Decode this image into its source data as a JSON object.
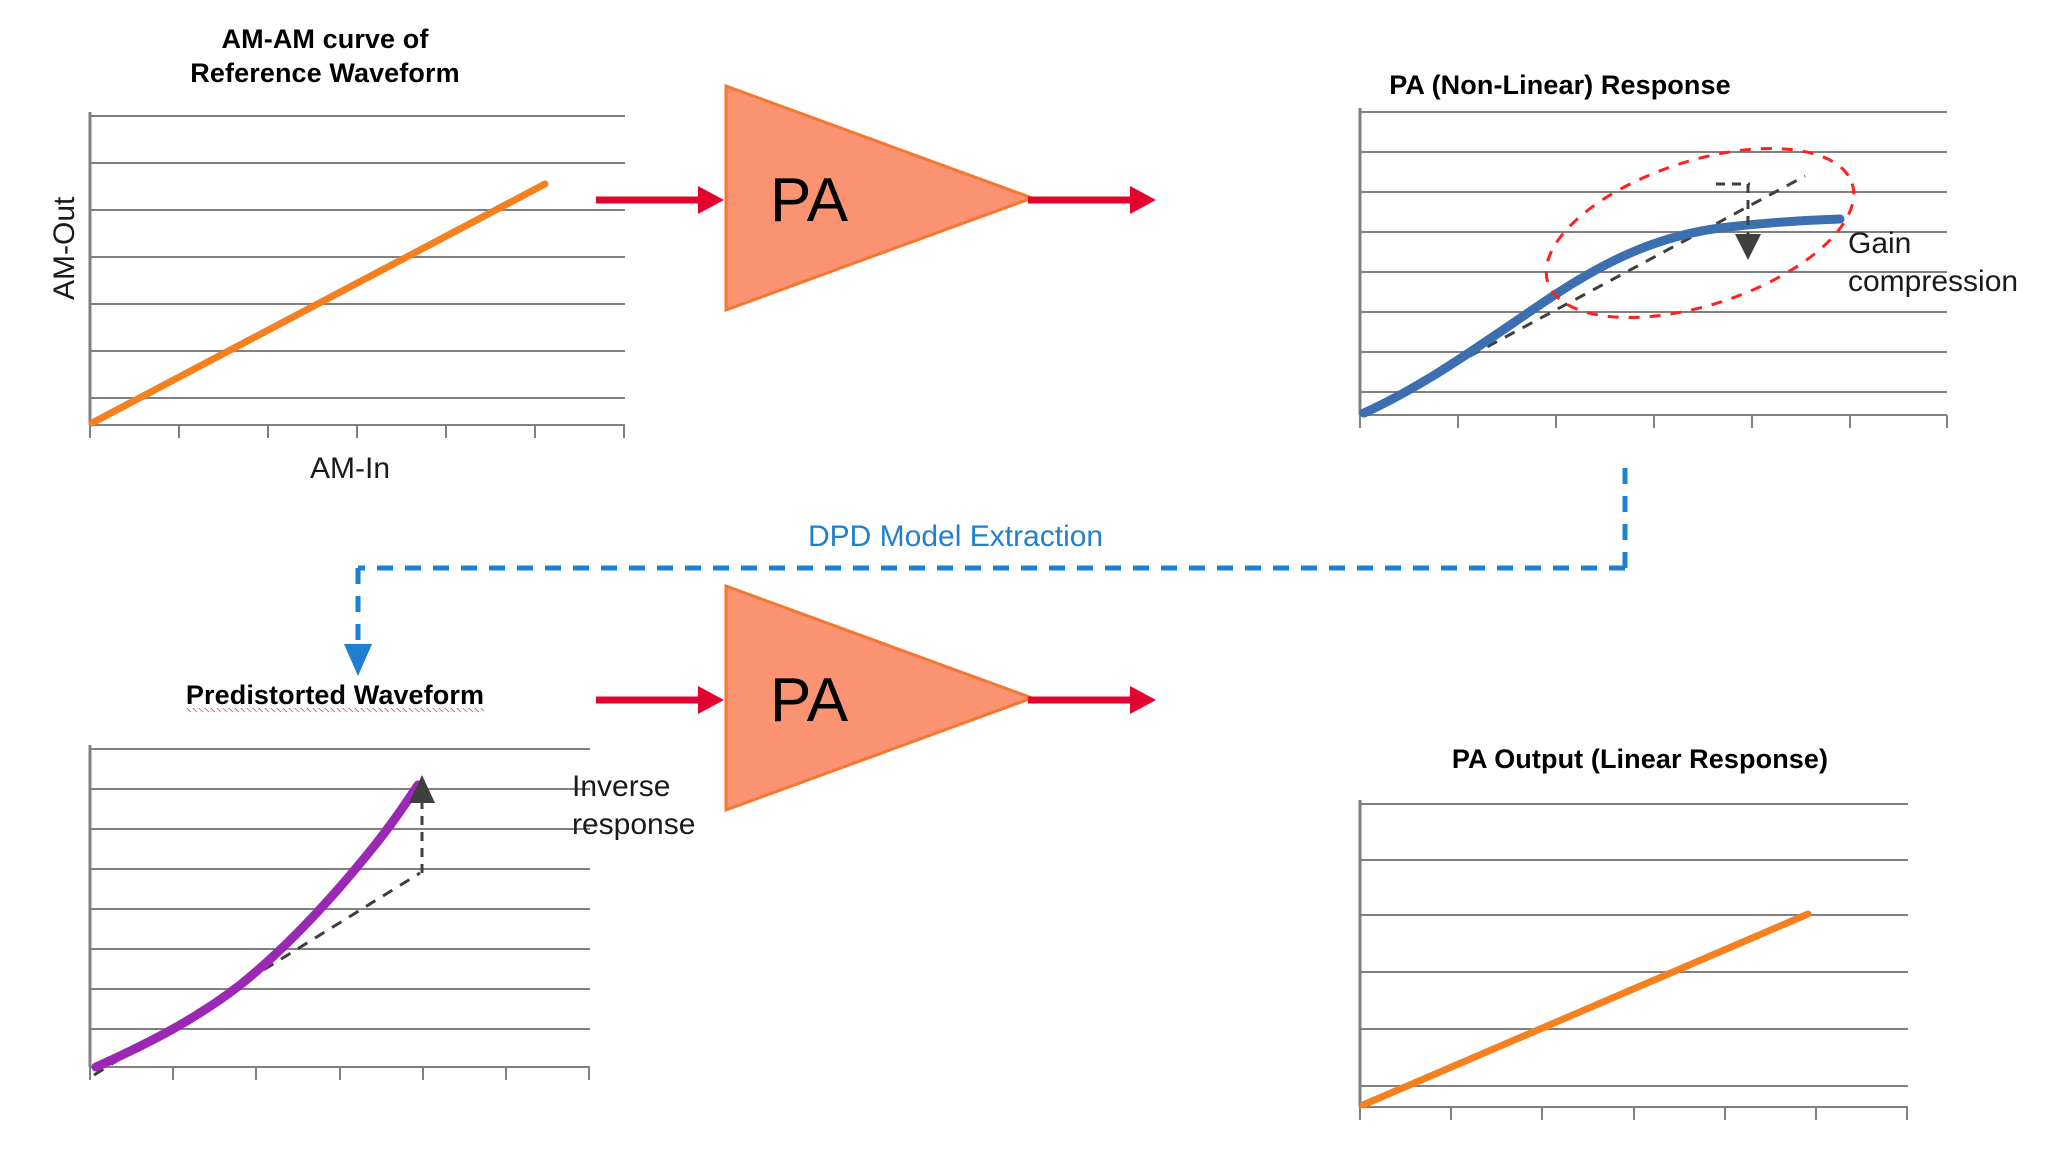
{
  "diagram": {
    "title_hidden": "",
    "flow_label": "DPD Model Extraction",
    "flow_label_color": "#1f7fd0"
  },
  "colors": {
    "orange_line": "#F4801F",
    "blue_curve": "#3B6FB0",
    "purple_curve": "#9B28B5",
    "red_arrow": "#E3032E",
    "pa_fill": "#FB9272",
    "pa_stroke": "#F4772F",
    "grid": "#808080",
    "dashed_gray": "#3F3F3F",
    "ellipse_red": "#FF2020",
    "dpd_blue": "#1F7FD0"
  },
  "charts": [
    {
      "id": "am-am-reference",
      "title": "AM-AM curve of\nReference Waveform",
      "ylabel": "AM-Out",
      "xlabel": "AM-In",
      "series_name": "reference-linear",
      "series_color": "#F4801F"
    },
    {
      "id": "pa-nonlinear-response",
      "title": "PA (Non-Linear) Response",
      "ylabel": "",
      "xlabel": "",
      "series_name": "pa-compressed",
      "series_color": "#3B6FB0",
      "annotation": "Gain\ncompression",
      "ideal_line_name": "ideal-linear-dashed"
    },
    {
      "id": "predistorted-waveform",
      "title": "Predistorted Waveform",
      "title_misspelled_word": "Predistorted",
      "ylabel": "",
      "xlabel": "",
      "series_name": "predistortion-expansion",
      "series_color": "#9B28B5",
      "annotation": "Inverse\nresponse",
      "ideal_line_name": "ideal-linear-dashed"
    },
    {
      "id": "pa-output-linear",
      "title": "PA Output (Linear Response)",
      "ylabel": "",
      "xlabel": "",
      "series_name": "linearized-output",
      "series_color": "#F4801F"
    }
  ],
  "amplifiers": [
    {
      "id": "pa-top",
      "label": "PA"
    },
    {
      "id": "pa-bottom",
      "label": "PA"
    }
  ],
  "chart_data": [
    {
      "type": "line",
      "id": "am-am-reference",
      "title": "AM-AM curve of Reference Waveform",
      "xlabel": "AM-In",
      "ylabel": "AM-Out",
      "grid": true,
      "legend": "none",
      "xlim": [
        0,
        1
      ],
      "ylim": [
        0,
        1
      ],
      "series": [
        {
          "name": "reference-linear",
          "color": "#F4801F",
          "x": [
            0.0,
            0.25,
            0.5,
            0.75,
            0.85
          ],
          "y": [
            0.0,
            0.25,
            0.5,
            0.75,
            0.85
          ]
        }
      ]
    },
    {
      "type": "line",
      "id": "pa-nonlinear-response",
      "title": "PA (Non-Linear) Response",
      "xlabel": "",
      "ylabel": "",
      "grid": true,
      "legend": "none",
      "xlim": [
        0,
        1
      ],
      "ylim": [
        0,
        1
      ],
      "annotations": [
        "Gain compression"
      ],
      "series": [
        {
          "name": "pa-compressed",
          "color": "#3B6FB0",
          "x": [
            0.0,
            0.1,
            0.2,
            0.3,
            0.4,
            0.5,
            0.6,
            0.7,
            0.8,
            0.9,
            1.0
          ],
          "y": [
            0.0,
            0.1,
            0.21,
            0.32,
            0.43,
            0.53,
            0.6,
            0.65,
            0.675,
            0.69,
            0.695
          ]
        },
        {
          "name": "ideal-linear-dashed",
          "color": "#3F3F3F",
          "style": "dashed",
          "x": [
            0.0,
            0.5,
            1.0
          ],
          "y": [
            0.0,
            0.52,
            0.95
          ]
        }
      ]
    },
    {
      "type": "line",
      "id": "predistorted-waveform",
      "title": "Predistorted Waveform",
      "xlabel": "",
      "ylabel": "",
      "grid": true,
      "legend": "none",
      "xlim": [
        0,
        1
      ],
      "ylim": [
        0,
        1
      ],
      "annotations": [
        "Inverse response"
      ],
      "series": [
        {
          "name": "predistortion-expansion",
          "color": "#9B28B5",
          "x": [
            0.0,
            0.1,
            0.2,
            0.3,
            0.4,
            0.5,
            0.6,
            0.7,
            0.8,
            0.88
          ],
          "y": [
            0.0,
            0.09,
            0.19,
            0.3,
            0.42,
            0.55,
            0.69,
            0.82,
            0.93,
            0.99
          ]
        },
        {
          "name": "ideal-linear-dashed",
          "color": "#3F3F3F",
          "style": "dashed",
          "x": [
            0.0,
            0.5,
            0.88
          ],
          "y": [
            0.0,
            0.48,
            0.74
          ]
        }
      ]
    },
    {
      "type": "line",
      "id": "pa-output-linear",
      "title": "PA Output (Linear Response)",
      "xlabel": "",
      "ylabel": "",
      "grid": true,
      "legend": "none",
      "xlim": [
        0,
        1
      ],
      "ylim": [
        0,
        1
      ],
      "series": [
        {
          "name": "linearized-output",
          "color": "#F4801F",
          "x": [
            0.0,
            0.25,
            0.5,
            0.75,
            0.87
          ],
          "y": [
            0.0,
            0.25,
            0.5,
            0.75,
            0.87
          ]
        }
      ]
    }
  ]
}
